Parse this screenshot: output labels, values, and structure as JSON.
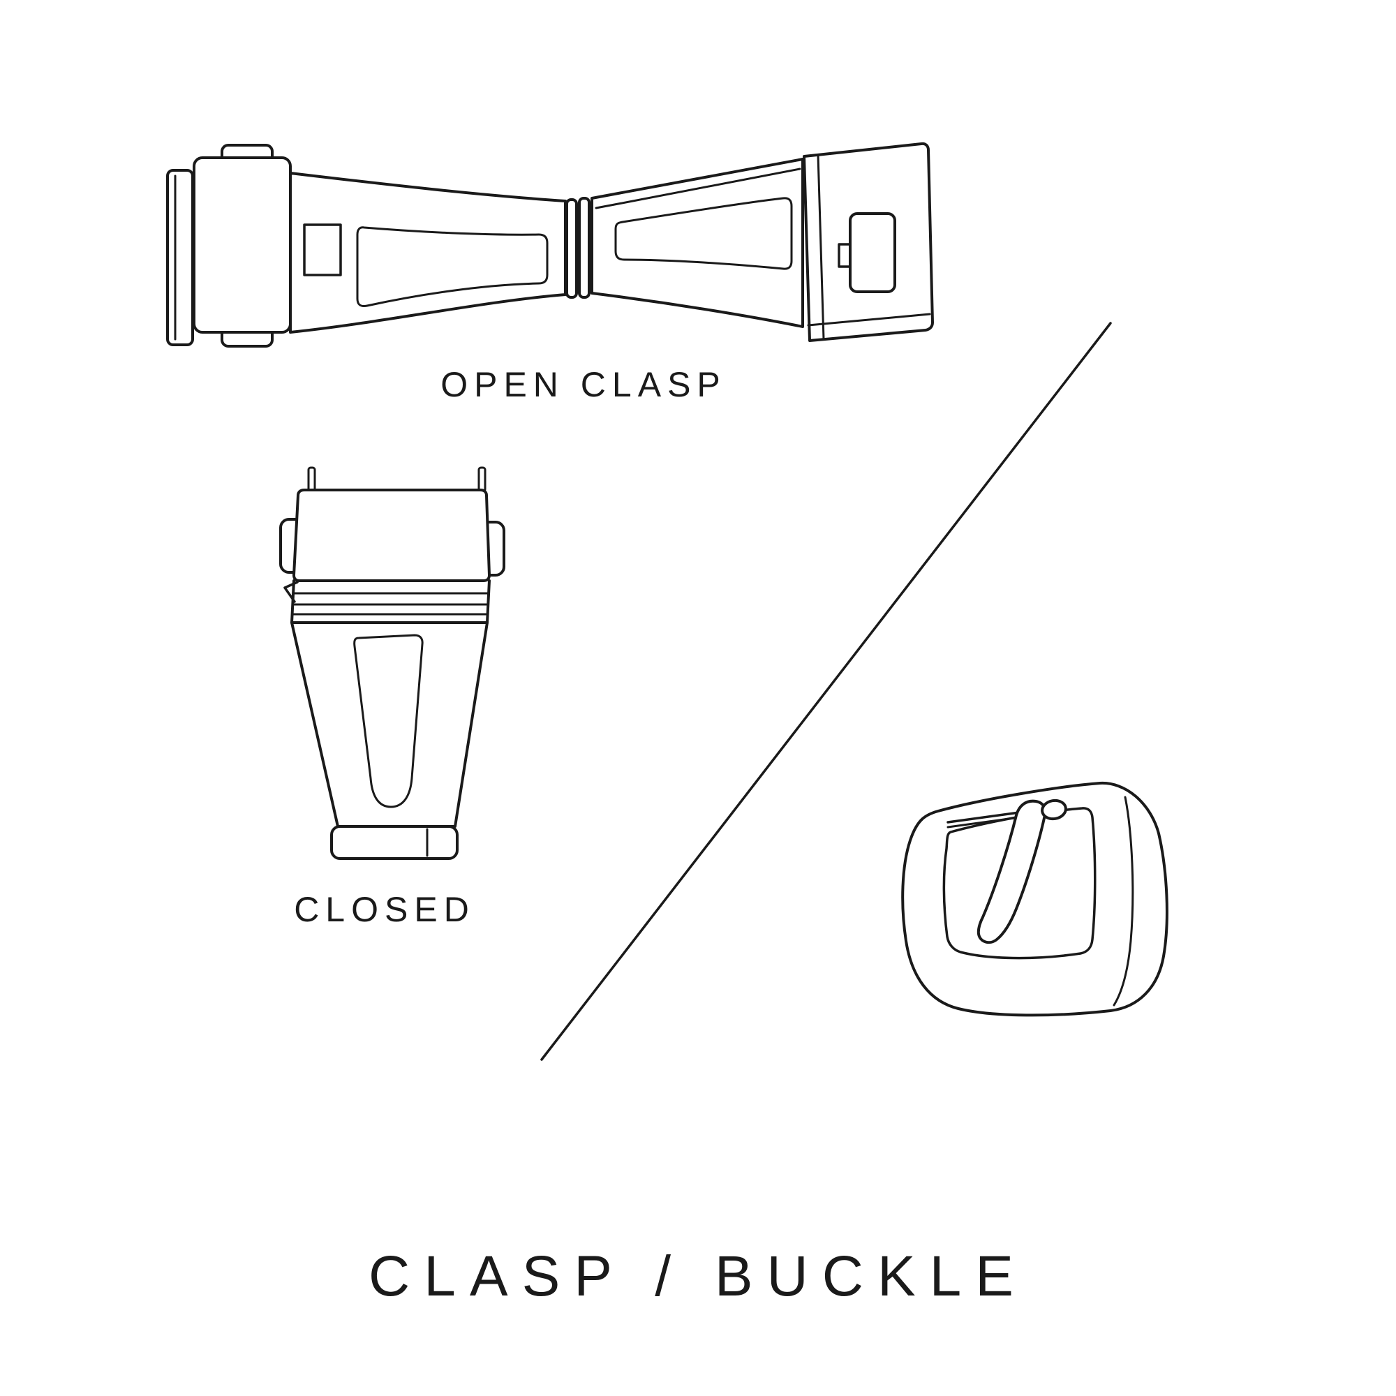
{
  "page": {
    "title": "CLASP / BUCKLE",
    "colors": {
      "line": "#1a1a1a",
      "background": "#ffffff"
    }
  },
  "labels": {
    "open_clasp": "OPEN CLASP",
    "closed": "CLOSED"
  },
  "illustrations": {
    "open_clasp": "open-clasp-diagram",
    "closed_clasp": "closed-clasp-diagram",
    "buckle": "buckle-diagram",
    "divider": "diagonal-divider-line"
  }
}
